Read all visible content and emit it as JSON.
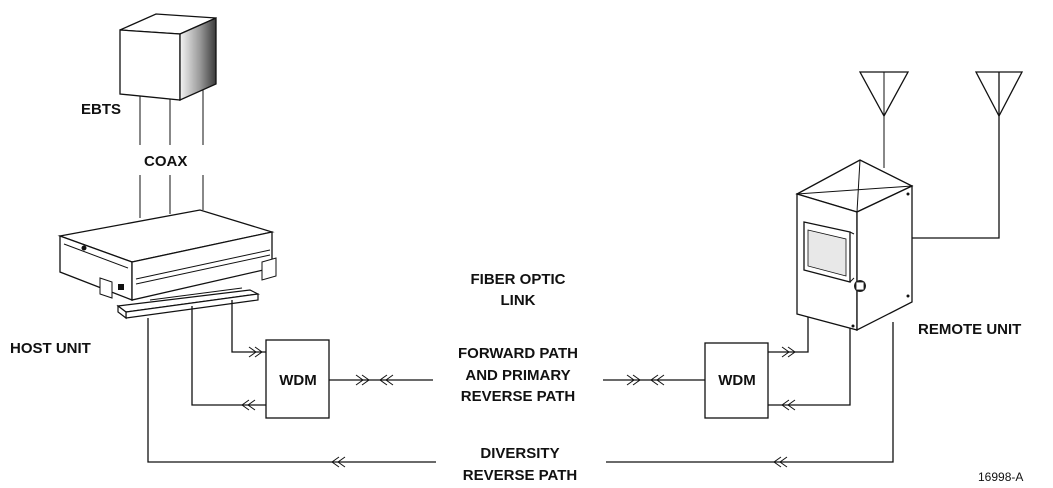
{
  "labels": {
    "ebts": "EBTS",
    "coax": "COAX",
    "host_unit": "HOST UNIT",
    "remote_unit": "REMOTE UNIT",
    "wdm_left": "WDM",
    "wdm_right": "WDM",
    "fiber_line1": "FIBER OPTIC",
    "fiber_line2": "LINK",
    "forward_line1": "FORWARD PATH",
    "forward_line2": "AND PRIMARY",
    "forward_line3": "REVERSE PATH",
    "diversity_line1": "DIVERSITY",
    "diversity_line2": "REVERSE PATH",
    "figure_id": "16998-A"
  }
}
